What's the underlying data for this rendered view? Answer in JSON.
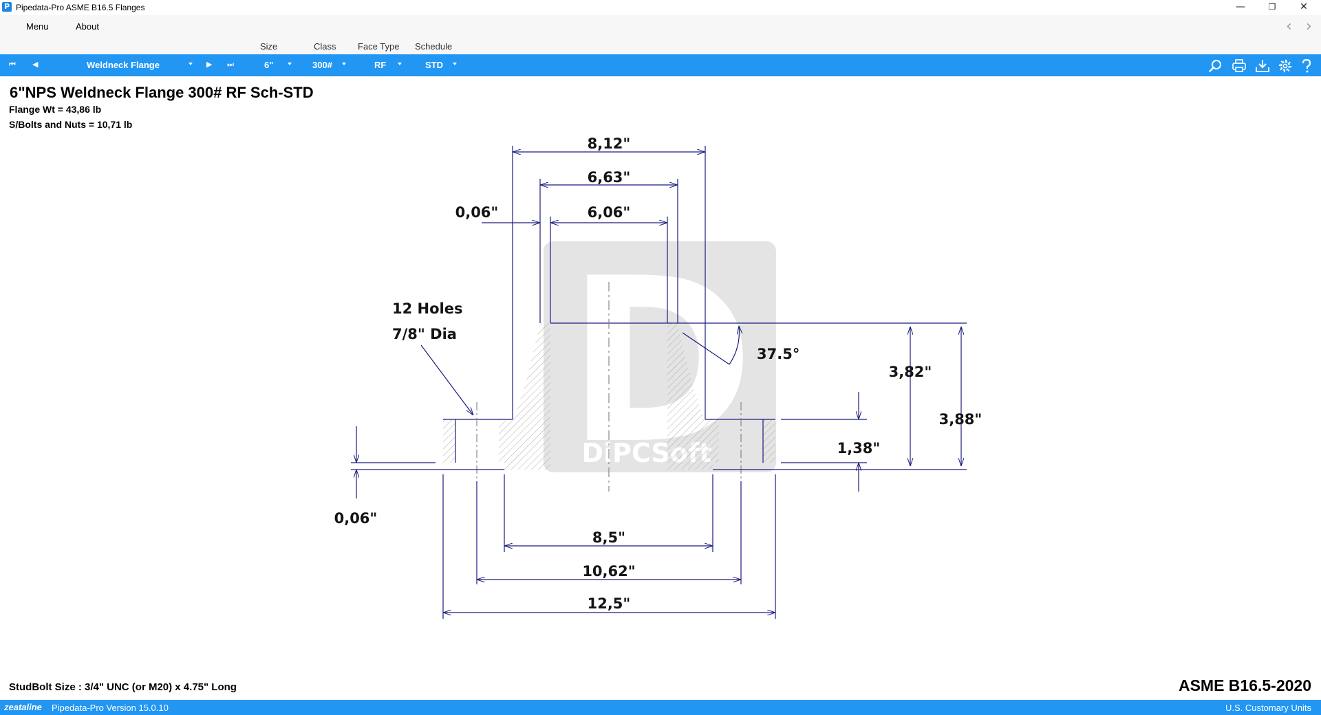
{
  "window": {
    "title": "Pipedata-Pro  ASME B16.5 Flanges",
    "app_icon": "P",
    "minimize": "—",
    "maximize": "❐",
    "close": "✕"
  },
  "menu": {
    "items": [
      "Menu",
      "About"
    ],
    "back": "‹",
    "forward": "›"
  },
  "selectors": {
    "labels": {
      "size": "Size",
      "class": "Class",
      "face": "Face Type",
      "schedule": "Schedule"
    },
    "flange_type": "Weldneck Flange",
    "size": "6\"",
    "class": "300#",
    "face": "RF",
    "schedule": "STD"
  },
  "toolbar": {
    "first": "⏮",
    "prev": "◀",
    "next": "▶",
    "last": "⏭",
    "icons": [
      "search-icon",
      "print-icon",
      "download-icon",
      "gear-icon",
      "help-icon"
    ]
  },
  "header": {
    "title": "6\"NPS Weldneck Flange 300# RF Sch-STD",
    "flange_wt": "Flange Wt =  43,86 lb",
    "bolts_wt": "S/Bolts and Nuts =  10,71 lb"
  },
  "drawing": {
    "dim_outer_hub": "8,12\"",
    "dim_hub_end": "6,63\"",
    "dim_bore": "6,06\"",
    "dim_bore_step": "0,06\"",
    "holes_count": "12 Holes",
    "holes_dia": "7/8\" Dia",
    "angle": "37.5°",
    "dim_hub_height": "3,82\"",
    "dim_total_height": "3,88\"",
    "dim_thickness": "1,38\"",
    "dim_raised_face_height": "0,06\"",
    "dim_raised_face": "8,5\"",
    "dim_bolt_circle": "10,62\"",
    "dim_outside": "12,5\"",
    "watermark": "DiPCSoft",
    "watermark_mark": "D"
  },
  "footer": {
    "studbolt": "StudBolt Size : 3/4\" UNC  (or M20)  x 4.75\" Long",
    "standard": "ASME B16.5-2020"
  },
  "status": {
    "logo": "zeataline",
    "version": "Pipedata-Pro Version 15.0.10",
    "units": "U.S. Customary Units"
  },
  "colors": {
    "accent": "#2196f3",
    "line": "#1a1a80"
  }
}
